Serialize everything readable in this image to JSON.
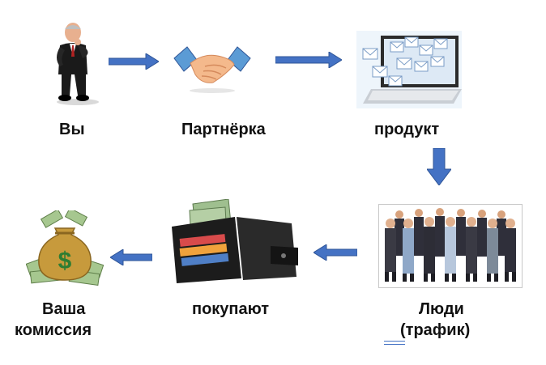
{
  "nodes": {
    "you": {
      "label": "Вы"
    },
    "partner": {
      "label": "Партнёрка"
    },
    "product": {
      "label": "продукт"
    },
    "people": {
      "label_line1": "Люди",
      "label_line2": "(трафик)"
    },
    "buy": {
      "label": "покупают"
    },
    "commission": {
      "label_line1": "Ваша",
      "label_line2": "комиссия"
    }
  },
  "colors": {
    "arrow": "#4472C4",
    "arrow_dark": "#2F5597",
    "text": "#111111"
  },
  "icons": [
    "businessman-icon",
    "handshake-icon",
    "laptop-email-icon",
    "crowd-icon",
    "wallet-icon",
    "money-bag-icon"
  ]
}
